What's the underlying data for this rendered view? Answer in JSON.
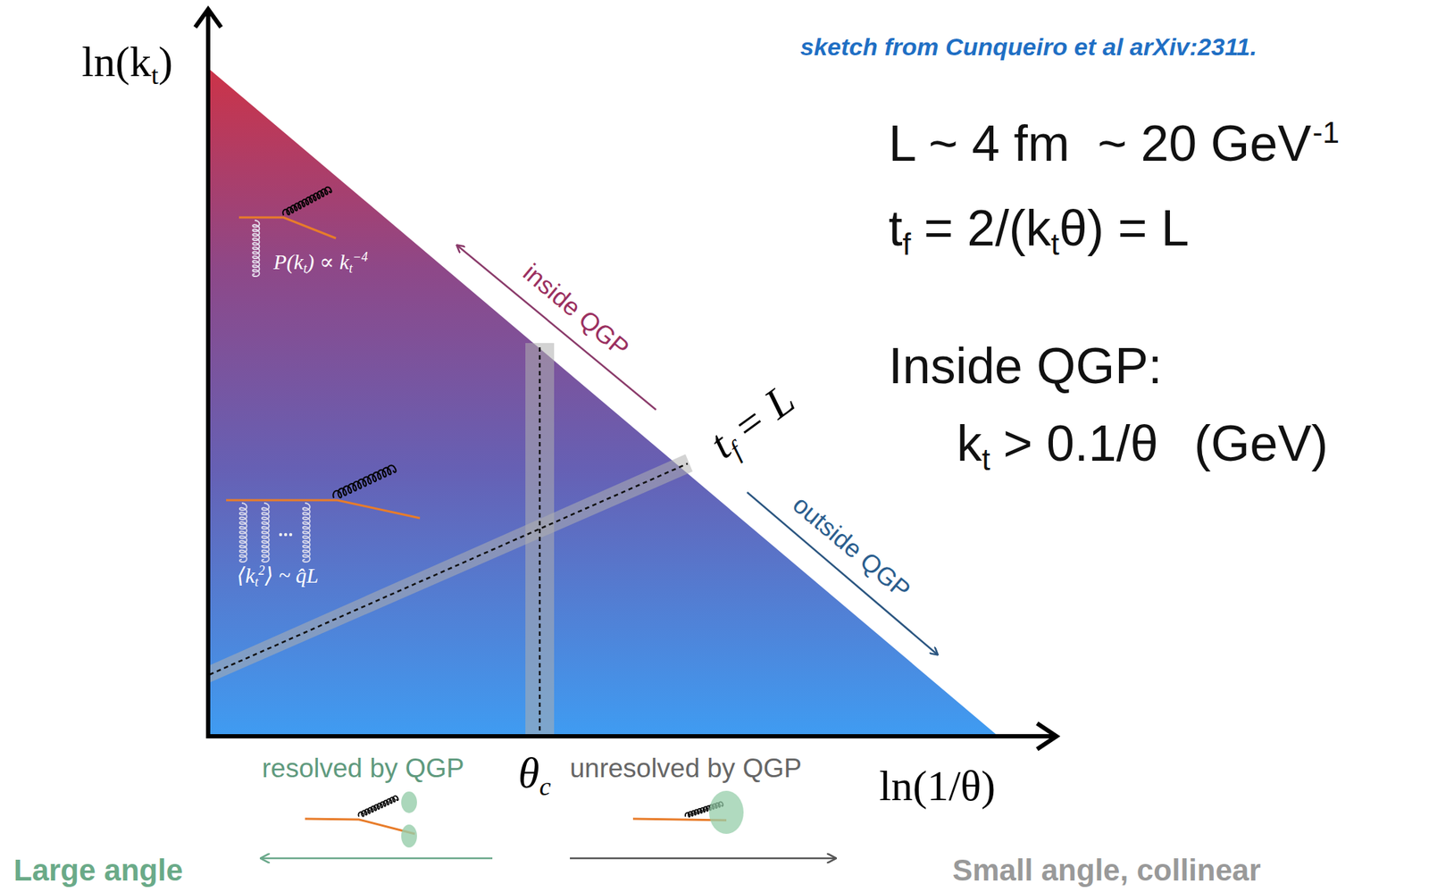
{
  "diagram": {
    "labels": [
      "ln(k",
      "t",
      ")",
      "sketch from Cunqueiro et al arXiv:2311.",
      "L ~ 4 fm  ~ 20 GeV",
      "-1",
      "t",
      "f",
      "= 2/(k",
      "t",
      "θ) = L",
      "Inside QGP:",
      "k",
      "t",
      "> 0.1/θ",
      "(GeV)",
      "inside QGP",
      "t",
      "f",
      "= L",
      "outside QGP",
      "P(k",
      "t",
      ") ∝ k",
      "t",
      "−4",
      "⟨k",
      "t",
      "2",
      "⟩ ~ q̂L",
      "θ",
      "c",
      "resolved by QGP",
      "unresolved by QGP",
      "Large angle",
      "Small angle, collinear",
      "ln(1/θ)"
    ]
  }
}
